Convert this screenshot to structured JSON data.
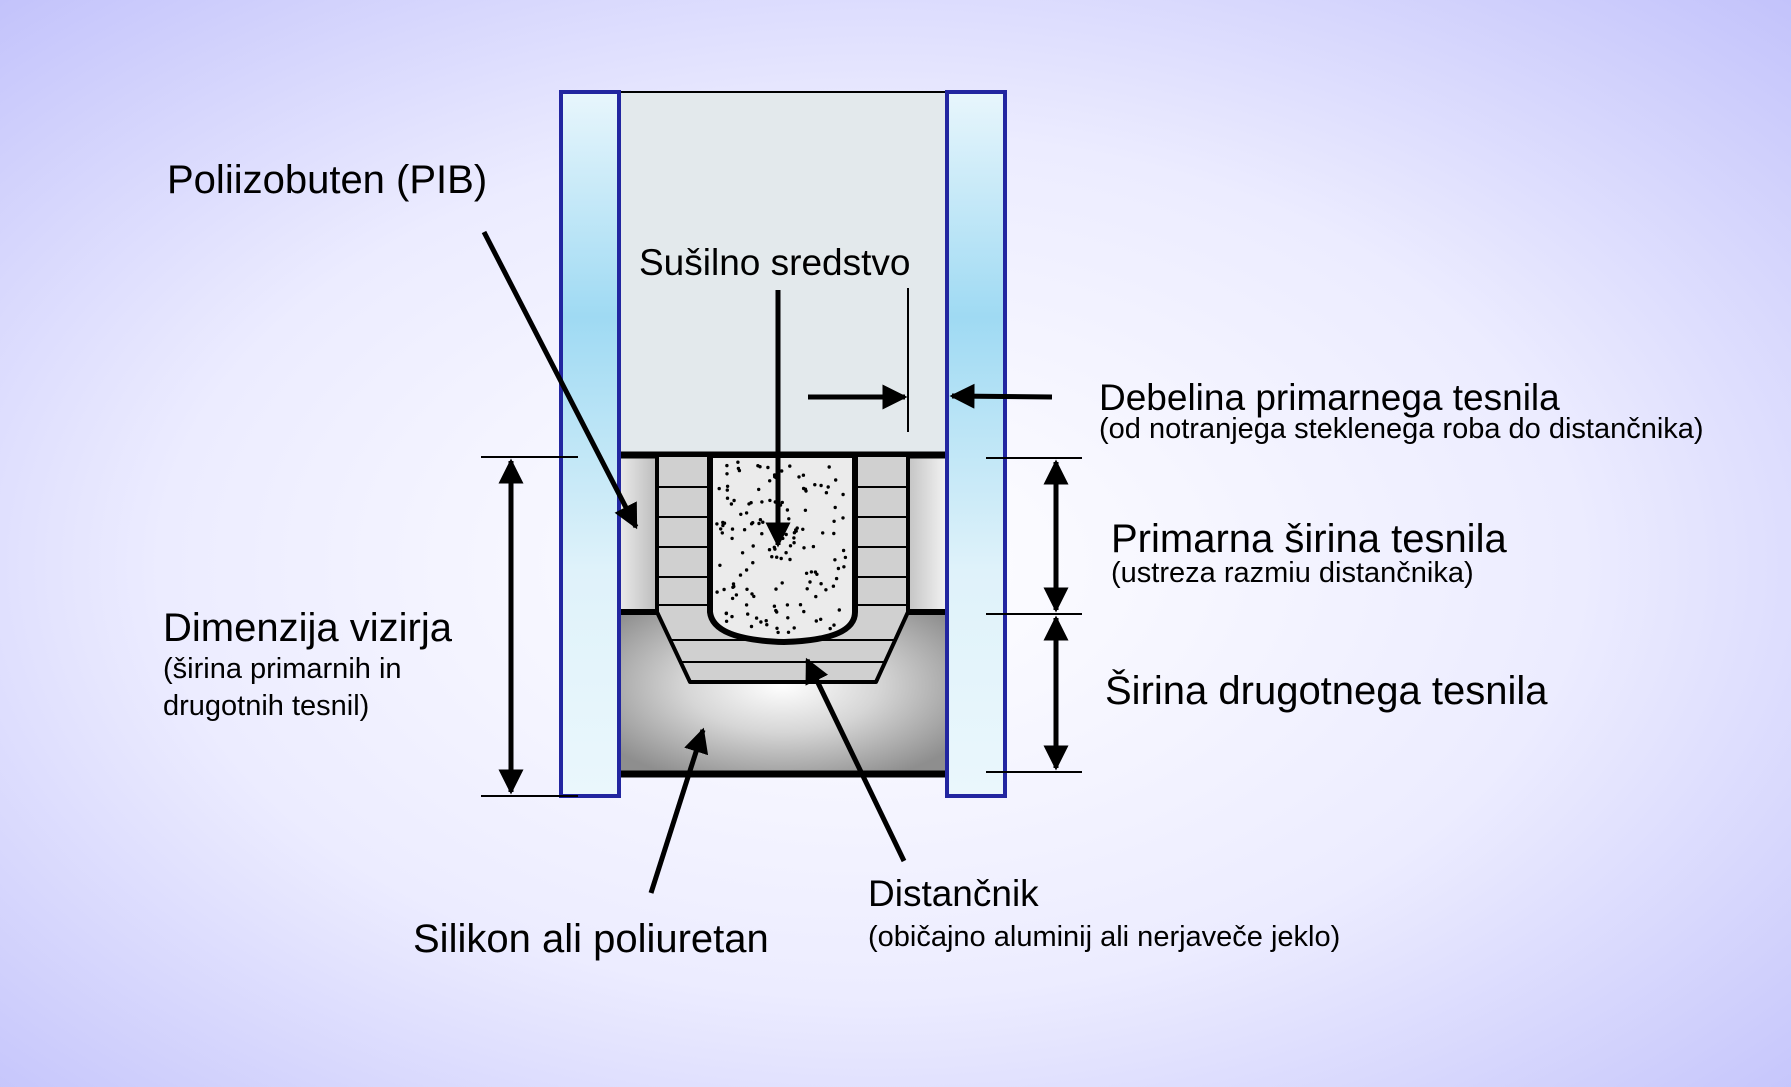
{
  "labels": {
    "pib": "Poliizobuten (PIB)",
    "desiccant": "Sušilno sredstvo",
    "primary_thickness": {
      "title": "Debelina primarnega tesnila",
      "note": "(od notranjega steklenega roba do distančnika)"
    },
    "primary_width": {
      "title": "Primarna širina tesnila",
      "note": "(ustreza razmiu distančnika)"
    },
    "secondary_width": {
      "title": "Širina drugotnega tesnila"
    },
    "sightline": {
      "title": "Dimenzija vizirja",
      "note_line1": "(širina primarnih in",
      "note_line2": "drugotnih tesnil)"
    },
    "silicone": "Silikon ali poliuretan",
    "spacer": {
      "title": "Distančnik",
      "note": "(običajno aluminij ali nerjaveče jeklo)"
    }
  },
  "colors": {
    "background_edge": "#c3c3fb",
    "background_center": "#ffffff",
    "glass_edge": "#2226a0",
    "glass_fill": "#a9def5",
    "cavity_fill": "#e3e9ec",
    "line": "#000000"
  }
}
